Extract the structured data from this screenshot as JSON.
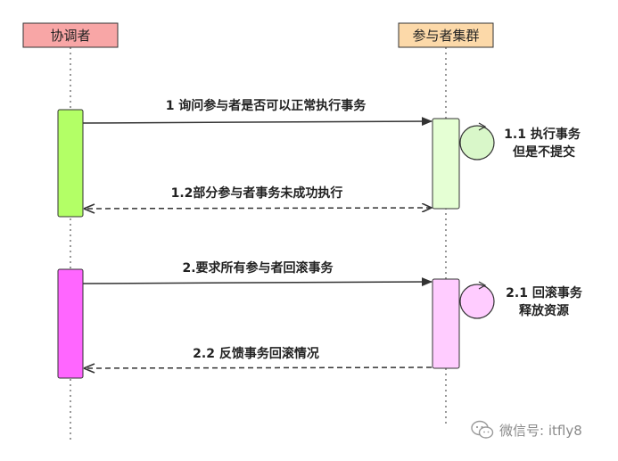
{
  "participants": {
    "coordinator": "协调者",
    "participants_group": "参与者集群"
  },
  "messages": {
    "m1": "1 询问参与者是否可以正常执行事务",
    "m11_line1": "1.1 执行事务",
    "m11_line2": "但是不提交",
    "m12": "1.2部分参与者事务未成功执行",
    "m2": "2.要求所有参与者回滚事务",
    "m21_line1": "2.1 回滚事务",
    "m21_line2": "释放资源",
    "m22": "2.2 反馈事务回滚情况"
  },
  "watermark": {
    "text": "微信号: itfly8",
    "icon": "wechat-icon"
  },
  "colors": {
    "coordinator_box": "#f8a6a6",
    "participants_box": "#fcd9a9",
    "act1_coord": "#b3ff66",
    "act1_part": "#e5ffd4",
    "self1": "#d9f7c9",
    "act2_coord": "#ff66ff",
    "act2_part": "#ffccff",
    "self2": "#ffccff",
    "stroke": "#333333"
  }
}
